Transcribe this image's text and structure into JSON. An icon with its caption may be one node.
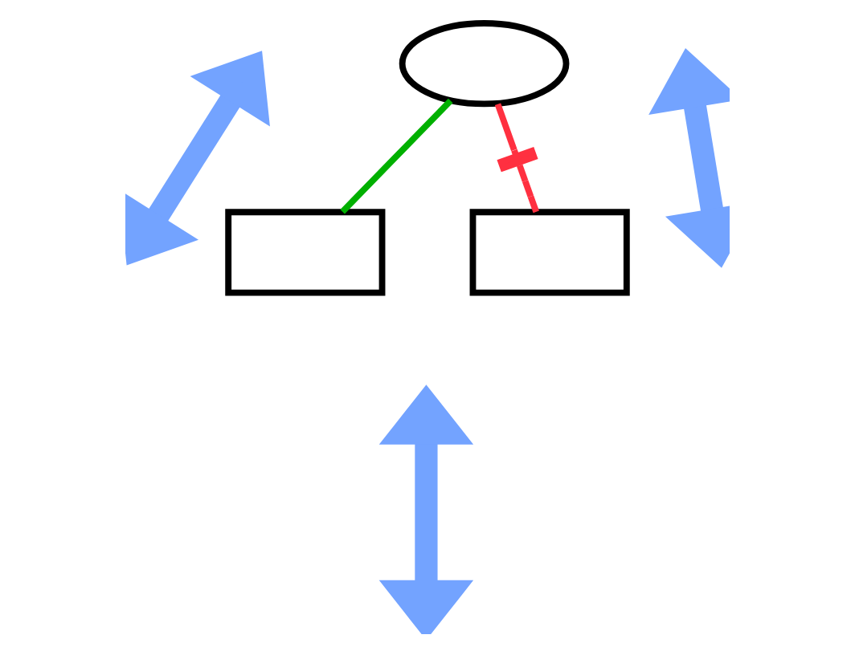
{
  "diagram": {
    "nodes": [
      {
        "text": [],
        "shape": "ellipse"
      },
      {
        "text": [],
        "shape": "box"
      },
      {
        "text": [],
        "shape": "box"
      }
    ],
    "edges": [
      {
        "from": 0,
        "to": 1,
        "arrow": "none",
        "color": "#00b000"
      },
      {
        "from": 0,
        "to": 2,
        "arrow": "none",
        "color": "#ff3040"
      }
    ]
  }
}
